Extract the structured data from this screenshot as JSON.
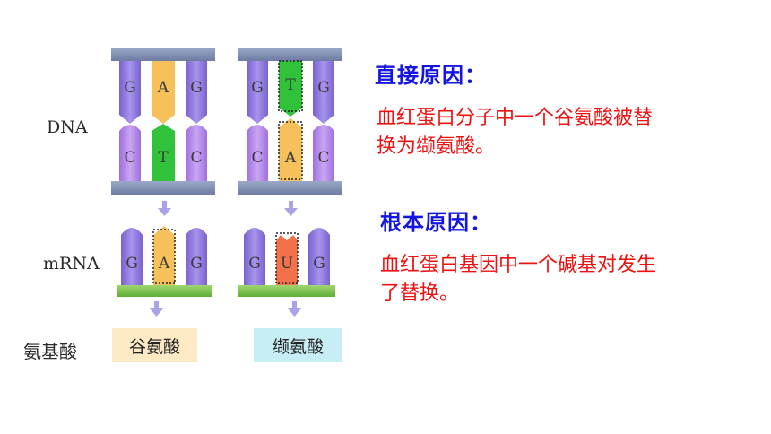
{
  "diagram": {
    "row_labels": {
      "dna": "DNA",
      "mrna": "mRNA",
      "amino": "氨基酸"
    },
    "normal": {
      "dna_top": [
        "G",
        "A",
        "G"
      ],
      "dna_bottom": [
        "C",
        "T",
        "C"
      ],
      "mrna": [
        "G",
        "A",
        "G"
      ],
      "amino_acid": "谷氨酸"
    },
    "mutant": {
      "dna_top": [
        "G",
        "T",
        "G"
      ],
      "dna_bottom": [
        "C",
        "A",
        "C"
      ],
      "mrna": [
        "G",
        "U",
        "G"
      ],
      "amino_acid": "缬氨酸"
    }
  },
  "direct": {
    "title": "直接原因：",
    "line1": "血红蛋白分子中一个谷氨酸被替",
    "line2": "换为缬氨酸。"
  },
  "root": {
    "title": "根本原因：",
    "line1": "血红蛋白基因中一个碱基对发生",
    "line2": "了替换。"
  },
  "colors": {
    "purple": "#8b74d6",
    "purple_light": "#b3a3ee",
    "yellow": "#f7c25c",
    "green": "#2fc23a",
    "orange": "#f2704a",
    "bar": "#7f8fb3",
    "rna_base": "#7ec54e",
    "arrow": "#a9a2e6",
    "amino_normal_bg": "#fde9c3",
    "amino_mutant_bg": "#c8eef5",
    "title": "#1515e0",
    "body": "#ee1111"
  }
}
